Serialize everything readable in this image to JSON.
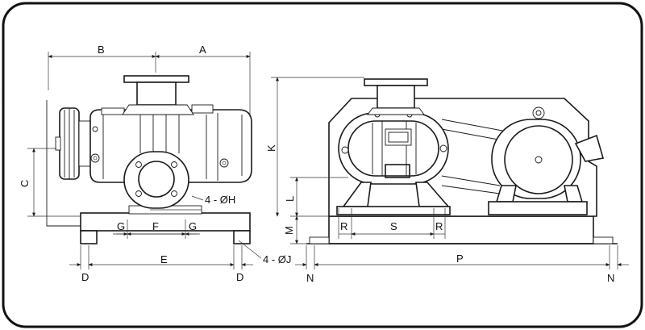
{
  "labels": {
    "A": "A",
    "B": "B",
    "C": "C",
    "D_left": "D",
    "D_right": "D",
    "E": "E",
    "F": "F",
    "G_left": "G",
    "G_right": "G",
    "H": "4 - ØH",
    "J": "4 - ØJ",
    "K": "K",
    "L": "L",
    "M": "M",
    "R_left": "R",
    "R_right": "R",
    "S": "S",
    "P": "P",
    "N_left": "N",
    "N_right": "N"
  }
}
